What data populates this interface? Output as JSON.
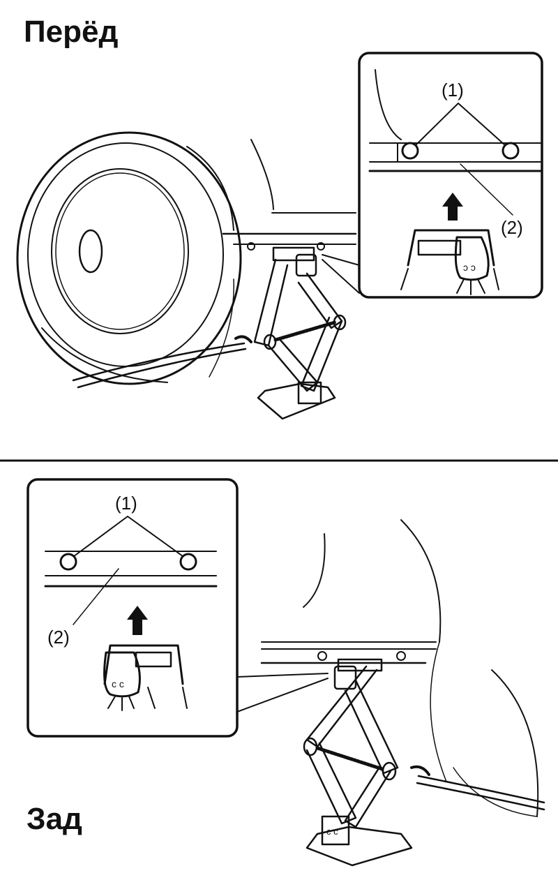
{
  "front": {
    "title": "Перёд",
    "callout_points": "(1)",
    "callout_sill": "(2)"
  },
  "rear": {
    "title": "Зад",
    "callout_points": "(1)",
    "callout_sill": "(2)"
  }
}
